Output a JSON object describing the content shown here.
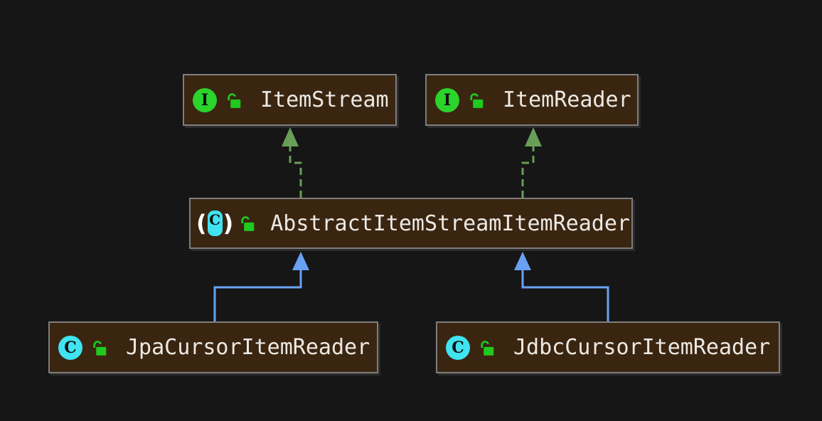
{
  "diagram": {
    "title": "UML class inheritance diagram",
    "colors": {
      "canvas_bg": "#161616",
      "node_fill": "#3a2511",
      "node_border": "#7e7e7e",
      "node_text": "#ece9e4",
      "edge_implements": "#689e57",
      "edge_extends": "#69a1f2",
      "interface_icon_bg": "#2bd42b",
      "class_icon_bg": "#40e3f0",
      "icon_letter": "#101010",
      "lock_green": "#1fc91f",
      "paren_color": "#ffffff"
    },
    "icons": {
      "interface_letter": "I",
      "class_letter": "C",
      "abstract_letter": "C",
      "paren_open": "(",
      "paren_close": ")"
    },
    "nodes": [
      {
        "id": "item-stream",
        "label": "ItemStream",
        "kind": "interface",
        "modifier": "public-unlocked"
      },
      {
        "id": "item-reader",
        "label": "ItemReader",
        "kind": "interface",
        "modifier": "public-unlocked"
      },
      {
        "id": "abstract-item-stream-item-reader",
        "label": "AbstractItemStreamItemReader",
        "kind": "abstract-class",
        "modifier": "public-unlocked"
      },
      {
        "id": "jpa-cursor-item-reader",
        "label": "JpaCursorItemReader",
        "kind": "class",
        "modifier": "public-unlocked"
      },
      {
        "id": "jdbc-cursor-item-reader",
        "label": "JdbcCursorItemReader",
        "kind": "class",
        "modifier": "public-unlocked"
      }
    ],
    "edges": [
      {
        "from": "AbstractItemStreamItemReader",
        "to": "ItemStream",
        "type": "implements",
        "style": "dashed",
        "color": "#689e57"
      },
      {
        "from": "AbstractItemStreamItemReader",
        "to": "ItemReader",
        "type": "implements",
        "style": "dashed",
        "color": "#689e57"
      },
      {
        "from": "JpaCursorItemReader",
        "to": "AbstractItemStreamItemReader",
        "type": "extends",
        "style": "solid",
        "color": "#69a1f2"
      },
      {
        "from": "JdbcCursorItemReader",
        "to": "AbstractItemStreamItemReader",
        "type": "extends",
        "style": "solid",
        "color": "#69a1f2"
      }
    ]
  }
}
